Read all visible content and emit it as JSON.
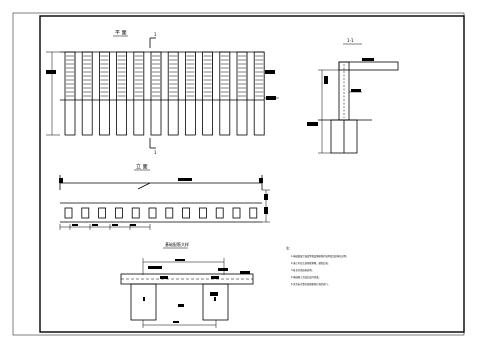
{
  "drawing": {
    "views": {
      "plan_title": "平 面",
      "section_title": "1-1",
      "elevation_title": "立 面",
      "detail_title": "基础配筋大样"
    },
    "section_markers": [
      "1",
      "1"
    ],
    "notes_heading": "注：",
    "notes": [
      "1.基础混凝土强度等级及钢筋保护层厚度见结构总说明。",
      "2.施工时应注意预留预埋，避免后凿。",
      "3.桩长详见桩基说明。",
      "4.基础施工完成后及时回填。",
      "5.其余未尽事宜按国家现行规范执行。"
    ]
  }
}
